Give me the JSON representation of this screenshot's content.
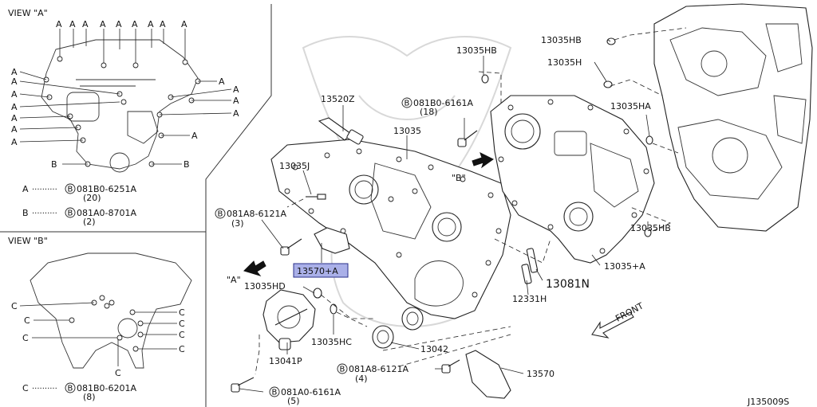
{
  "view_a": {
    "title": "VIEW \"A\"",
    "letter_a": "A",
    "letter_b": "B",
    "legend": [
      {
        "letter": "A",
        "dots": "··········",
        "bolt_symbol": "B",
        "part": "081B0-6251A",
        "qty": "(20)"
      },
      {
        "letter": "B",
        "dots": "··········",
        "bolt_symbol": "B",
        "part": "081A0-8701A",
        "qty": "(2)"
      }
    ]
  },
  "view_b": {
    "title": "VIEW \"B\"",
    "letter_c": "C",
    "legend": [
      {
        "letter": "C",
        "dots": "··········",
        "bolt_symbol": "B",
        "part": "081B0-6201A",
        "qty": "(8)"
      }
    ]
  },
  "callouts": {
    "p13520Z": "13520Z",
    "p13035": "13035",
    "p13035J": "13035J",
    "p081A8_top": "081A8-6121A",
    "p081A8_top_qty": "(3)",
    "p13570A": "13570+A",
    "view_a_arrow": "\"A\"",
    "p13035HD": "13035HD",
    "p13041P": "13041P",
    "p13035HC": "13035HC",
    "p13042": "13042",
    "p081A8_bot": "081A8-6121A",
    "p081A8_bot_qty": "(4)",
    "p13570": "13570",
    "p081A0": "081A0-6161A",
    "p081A0_qty": "(5)",
    "p13035HB_top": "13035HB",
    "p081B0": "081B0-6161A",
    "p081B0_qty": "(18)",
    "view_b_arrow": "\"B\"",
    "p13035HB_right": "13035HB",
    "p13035H": "13035H",
    "p13035HA": "13035HA",
    "p13035HB_low": "13035HB",
    "p13035A": "13035+A",
    "p13081N": "13081N",
    "p12331H": "12331H",
    "front": "FRONT",
    "bolt_symbol": "B"
  },
  "diagram_id": "J135009S",
  "colors": {
    "highlight_fill": "#aab0e8",
    "highlight_stroke": "#2a2f8a",
    "line": "#222222"
  }
}
